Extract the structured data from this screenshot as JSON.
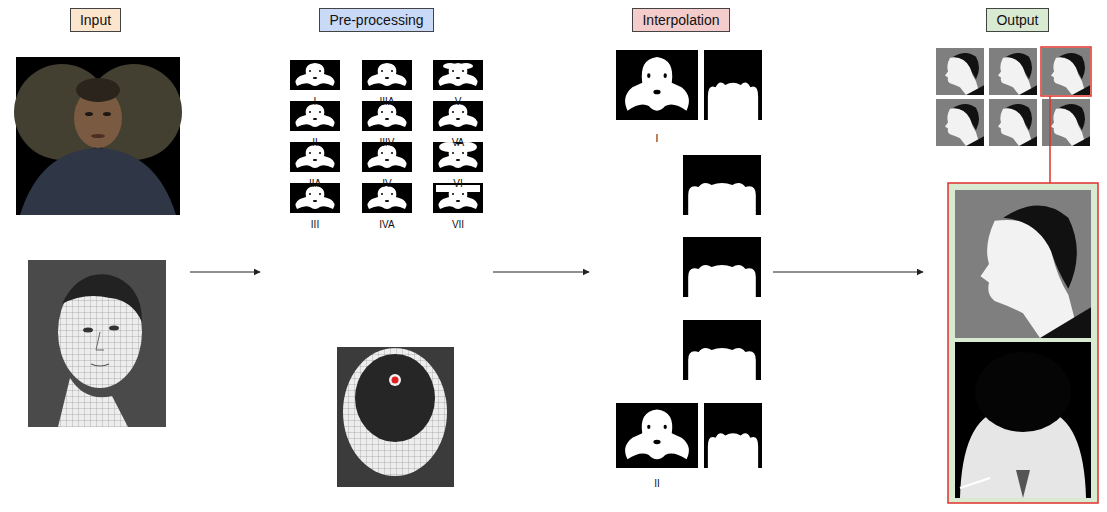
{
  "diagram": {
    "nodes": [
      {
        "text": [
          "Input"
        ]
      },
      {
        "text": [
          "Pre-processing"
        ]
      },
      {
        "text": [
          "Interpolation"
        ]
      },
      {
        "text": [
          "Output"
        ]
      }
    ],
    "edges": [
      {
        "from": 0,
        "to": 1,
        "arrow": "to"
      },
      {
        "from": 1,
        "to": 2,
        "arrow": "to"
      },
      {
        "from": 2,
        "to": 3,
        "arrow": "to"
      }
    ],
    "labels": [
      "I",
      "IIIA",
      "V",
      "II",
      "IIIV",
      "VA",
      "IIA",
      "IV",
      "VI",
      "III",
      "IVA",
      "VII",
      "I",
      "II"
    ]
  }
}
